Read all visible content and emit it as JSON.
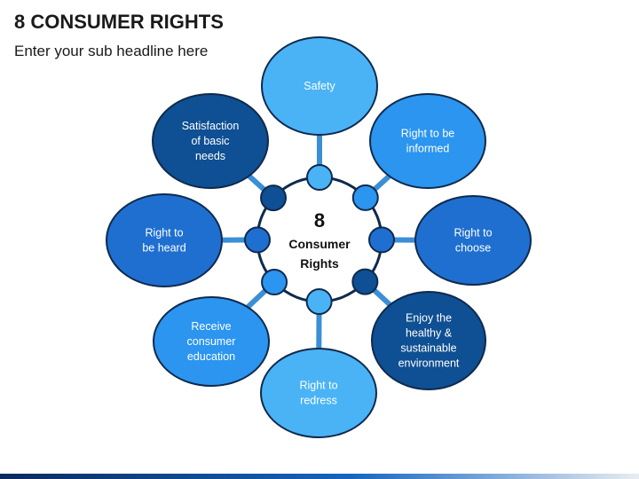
{
  "slide": {
    "title": "8 CONSUMER RIGHTS",
    "subtitle": "Enter your sub headline here"
  },
  "center": {
    "number": "8",
    "line1": "Consumer",
    "line2": "Rights"
  },
  "nodes": [
    {
      "id": "safety",
      "lines": [
        "Safety"
      ],
      "fill": "#4ab3f6"
    },
    {
      "id": "informed",
      "lines": [
        "Right to be",
        "informed"
      ],
      "fill": "#2b95f0"
    },
    {
      "id": "choose",
      "lines": [
        "Right to",
        "choose"
      ],
      "fill": "#1f6fd0"
    },
    {
      "id": "environment",
      "lines": [
        "Enjoy the",
        "healthy &",
        "sustainable",
        "environment"
      ],
      "fill": "#0f4f93"
    },
    {
      "id": "redress",
      "lines": [
        "Right to",
        "redress"
      ],
      "fill": "#4ab3f6"
    },
    {
      "id": "education",
      "lines": [
        "Receive",
        "consumer",
        "education"
      ],
      "fill": "#2b95f0"
    },
    {
      "id": "heard",
      "lines": [
        "Right to",
        "be heard"
      ],
      "fill": "#1f6fd0"
    },
    {
      "id": "satisfaction",
      "lines": [
        "Satisfaction",
        "of basic",
        "needs"
      ],
      "fill": "#0f4f93"
    }
  ],
  "colors": {
    "ring": "#0f2a4d",
    "connector": "#3a8fd6"
  }
}
